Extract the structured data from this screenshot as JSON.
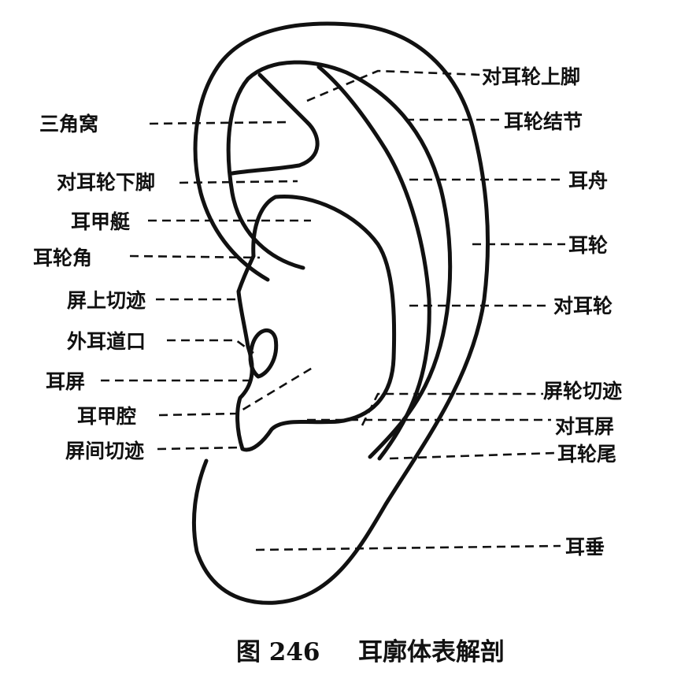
{
  "figure": {
    "caption_number": "图 246",
    "caption_title": "耳廓体表解剖"
  },
  "labels": {
    "dui_er_lun_shang_jiao": "对耳轮上脚",
    "er_lun_jie_jie": "耳轮结节",
    "er_zhou": "耳舟",
    "er_lun": "耳轮",
    "dui_er_lun": "对耳轮",
    "ping_lun_qie_ji": "屏轮切迹",
    "dui_er_ping": "对耳屏",
    "er_lun_wei": "耳轮尾",
    "er_chui": "耳垂",
    "san_jiao_wo": "三角窝",
    "dui_er_lun_xia_jiao": "对耳轮下脚",
    "er_jia_ting": "耳甲艇",
    "er_lun_jiao": "耳轮角",
    "ping_shang_qie_ji": "屏上切迹",
    "wai_er_dao_kou": "外耳道口",
    "er_ping": "耳屏",
    "er_jia_qiang": "耳甲腔",
    "ping_jian_qie_ji": "屏间切迹"
  }
}
